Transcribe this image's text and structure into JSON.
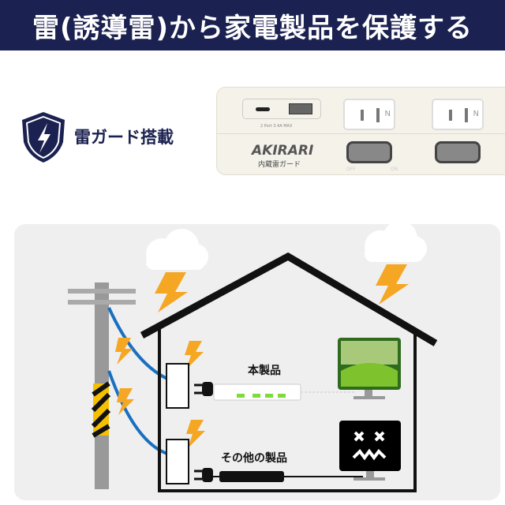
{
  "title": "雷(誘導雷)から家電製品を保護する",
  "feature": {
    "label": "雷ガード搭載",
    "icon": "shield-lightning-icon"
  },
  "product": {
    "brand": "AKIRARI",
    "sub_label": "内蔵雷ガード",
    "usb_note": "2 Port 3.4A MAX",
    "outlet_mark": "N",
    "switch_off": "OFF",
    "switch_on": "ON"
  },
  "diagram": {
    "this_product": "本製品",
    "other_products": "その他の製品"
  },
  "colors": {
    "navy": "#1b2150",
    "bolt": "#f5a623",
    "wire": "#1a6fc0"
  }
}
